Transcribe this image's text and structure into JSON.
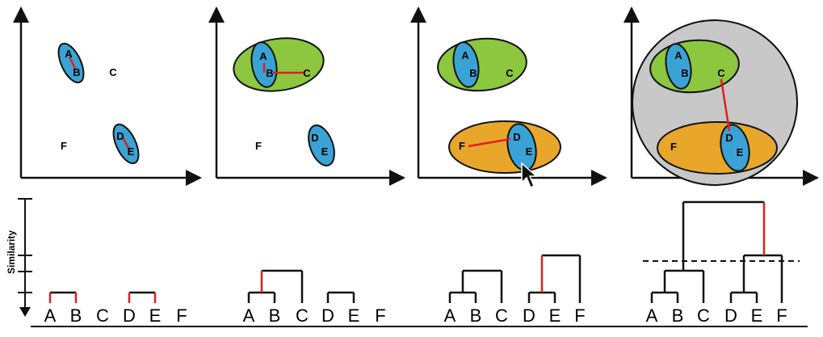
{
  "labels": {
    "A": "A",
    "B": "B",
    "C": "C",
    "D": "D",
    "E": "E",
    "F": "F"
  },
  "axis_label": "Similarity",
  "colors": {
    "blue_cluster": "#3aa3d6",
    "green_cluster": "#8dc63f",
    "orange_cluster": "#e8a72a",
    "gray_cluster": "#c8c8c8",
    "link": "#e01f1f",
    "line": "#111111"
  },
  "steps": [
    {
      "id": "step-1",
      "merges": [
        "A-B",
        "D-E"
      ]
    },
    {
      "id": "step-2",
      "merges": [
        "AB-C"
      ]
    },
    {
      "id": "step-3",
      "merges": [
        "F-DE"
      ]
    },
    {
      "id": "step-4",
      "merges": [
        "ABC-DEF"
      ]
    }
  ],
  "icons": [
    "cursor-arrow-icon"
  ]
}
